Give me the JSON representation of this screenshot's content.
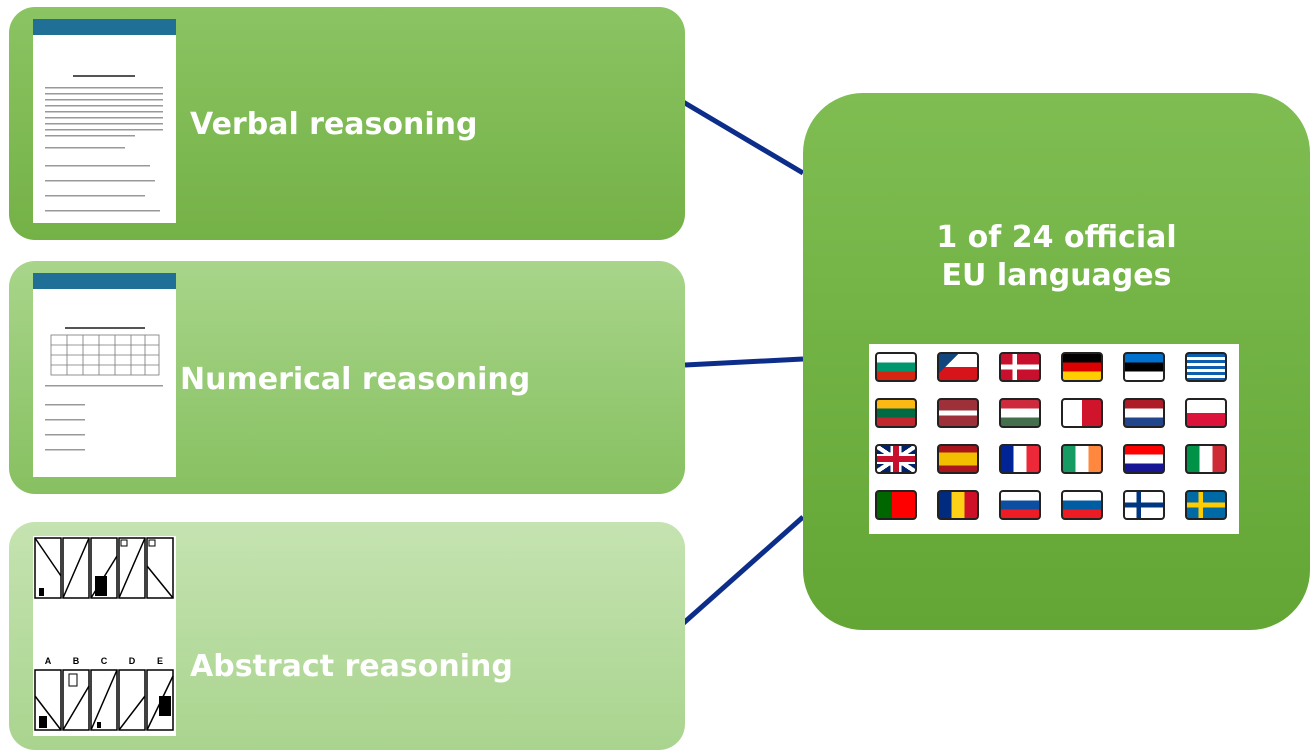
{
  "panels": {
    "verbal": {
      "label": "Verbal reasoning"
    },
    "numerical": {
      "label": "Numerical reasoning"
    },
    "abstract": {
      "label": "Abstract reasoning",
      "answer_letters": [
        "A",
        "B",
        "C",
        "D",
        "E"
      ]
    }
  },
  "languages_box": {
    "line1": "1 of 24 official",
    "line2": "EU languages"
  },
  "flags": [
    {
      "name": "bulgaria",
      "colors": [
        "#ffffff",
        "#00966e",
        "#d62612"
      ],
      "dir": "h"
    },
    {
      "name": "czech-republic",
      "colors": [
        "#ffffff",
        "#d7141a"
      ],
      "dir": "cz"
    },
    {
      "name": "denmark",
      "colors": [
        "#c8102e",
        "#ffffff"
      ],
      "dir": "cross"
    },
    {
      "name": "germany",
      "colors": [
        "#000000",
        "#dd0000",
        "#ffce00"
      ],
      "dir": "h"
    },
    {
      "name": "estonia",
      "colors": [
        "#0072ce",
        "#000000",
        "#ffffff"
      ],
      "dir": "h"
    },
    {
      "name": "greece",
      "colors": [
        "#0d5eaf",
        "#ffffff"
      ],
      "dir": "stripes"
    },
    {
      "name": "lithuania",
      "colors": [
        "#fdb913",
        "#006a44",
        "#c1272d"
      ],
      "dir": "h"
    },
    {
      "name": "latvia",
      "colors": [
        "#9e3039",
        "#ffffff",
        "#9e3039"
      ],
      "dir": "lv"
    },
    {
      "name": "hungary",
      "colors": [
        "#cd2a3e",
        "#ffffff",
        "#436f4d"
      ],
      "dir": "h"
    },
    {
      "name": "malta",
      "colors": [
        "#ffffff",
        "#cf142b"
      ],
      "dir": "v2"
    },
    {
      "name": "netherlands",
      "colors": [
        "#ae1c28",
        "#ffffff",
        "#21468b"
      ],
      "dir": "h"
    },
    {
      "name": "poland",
      "colors": [
        "#ffffff",
        "#dc143c"
      ],
      "dir": "h2"
    },
    {
      "name": "united-kingdom",
      "colors": [
        "#012169",
        "#ffffff",
        "#c8102e"
      ],
      "dir": "uk"
    },
    {
      "name": "spain",
      "colors": [
        "#aa151b",
        "#f1bf00",
        "#aa151b"
      ],
      "dir": "es"
    },
    {
      "name": "france",
      "colors": [
        "#002395",
        "#ffffff",
        "#ed2939"
      ],
      "dir": "v"
    },
    {
      "name": "ireland",
      "colors": [
        "#169b62",
        "#ffffff",
        "#ff883e"
      ],
      "dir": "v"
    },
    {
      "name": "croatia",
      "colors": [
        "#ff0000",
        "#ffffff",
        "#171796"
      ],
      "dir": "h"
    },
    {
      "name": "italy",
      "colors": [
        "#009246",
        "#ffffff",
        "#ce2b37"
      ],
      "dir": "v"
    },
    {
      "name": "portugal",
      "colors": [
        "#006600",
        "#ff0000"
      ],
      "dir": "pt"
    },
    {
      "name": "romania",
      "colors": [
        "#002b7f",
        "#fcd116",
        "#ce1126"
      ],
      "dir": "v"
    },
    {
      "name": "slovakia",
      "colors": [
        "#ffffff",
        "#0b4ea2",
        "#ee1c25"
      ],
      "dir": "h"
    },
    {
      "name": "slovenia",
      "colors": [
        "#ffffff",
        "#005da4",
        "#ed1c24"
      ],
      "dir": "h"
    },
    {
      "name": "finland",
      "colors": [
        "#ffffff",
        "#003580"
      ],
      "dir": "cross"
    },
    {
      "name": "sweden",
      "colors": [
        "#006aa7",
        "#fecc00"
      ],
      "dir": "cross"
    }
  ],
  "colors": {
    "connector": "#0d2d8a",
    "box_green": "#74b146"
  }
}
